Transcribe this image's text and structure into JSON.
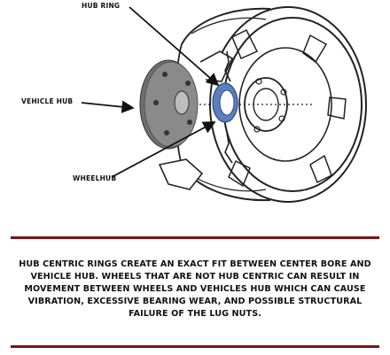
{
  "labels": {
    "hub_ring": "HUB RING",
    "vehicle_hub": "VEHICLE HUB",
    "wheelhub": "WHEELHUB"
  },
  "description": {
    "lines": [
      "HUB CENTRIC RINGS CREATE AN EXACT FIT BETWEEN CENTER BORE AND",
      "VEHICLE HUB. WHEELS THAT ARE NOT HUB CENTRIC CAN RESULT IN",
      "MOVEMENT BETWEEN WHEELS AND VEHICLES HUB WHICH CAN CAUSE",
      "VIBRATION, EXCESSIVE BEARING WEAR, AND POSSIBLE STRUCTURAL",
      "FAILURE OF THE LUG NUTS."
    ]
  },
  "colors": {
    "divider": "#7a1414",
    "hub_ring": "#5b7fbe",
    "vehicle_hub": "#8a8a8a"
  }
}
